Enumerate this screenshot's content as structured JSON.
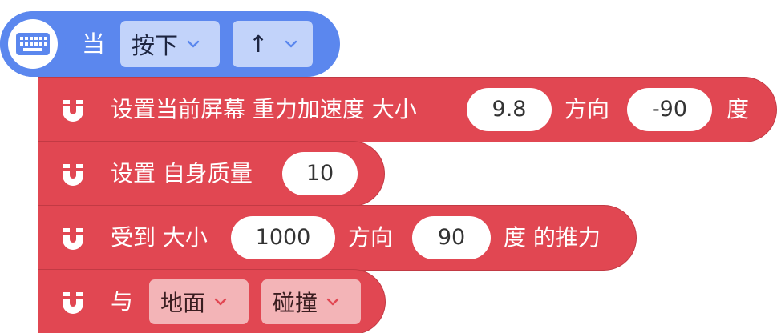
{
  "colors": {
    "event_block": "#5b87ee",
    "event_dropdown": "#c2d3fa",
    "physics_block": "#e14752",
    "physics_dropdown": "#f3b4b7",
    "input_bg": "#ffffff"
  },
  "hat": {
    "icon": "keyboard-icon",
    "label": "当",
    "key_action": "按下",
    "key": "↑",
    "dropdown_icon": "chevron-down-icon"
  },
  "blocks": [
    {
      "icon": "magnet-icon",
      "text_a": "设置当前屏幕 重力加速度 大小",
      "magnitude": "9.8",
      "text_b": "方向",
      "direction": "-90",
      "text_c": "度"
    },
    {
      "icon": "magnet-icon",
      "text_a": "设置 自身质量",
      "mass": "10"
    },
    {
      "icon": "magnet-icon",
      "text_a": "受到 大小",
      "magnitude": "1000",
      "text_b": "方向",
      "direction": "90",
      "text_c": "度 的推力"
    },
    {
      "icon": "magnet-icon",
      "text_a": "与",
      "target": "地面",
      "event": "碰撞",
      "dropdown_icon": "chevron-down-icon"
    }
  ]
}
